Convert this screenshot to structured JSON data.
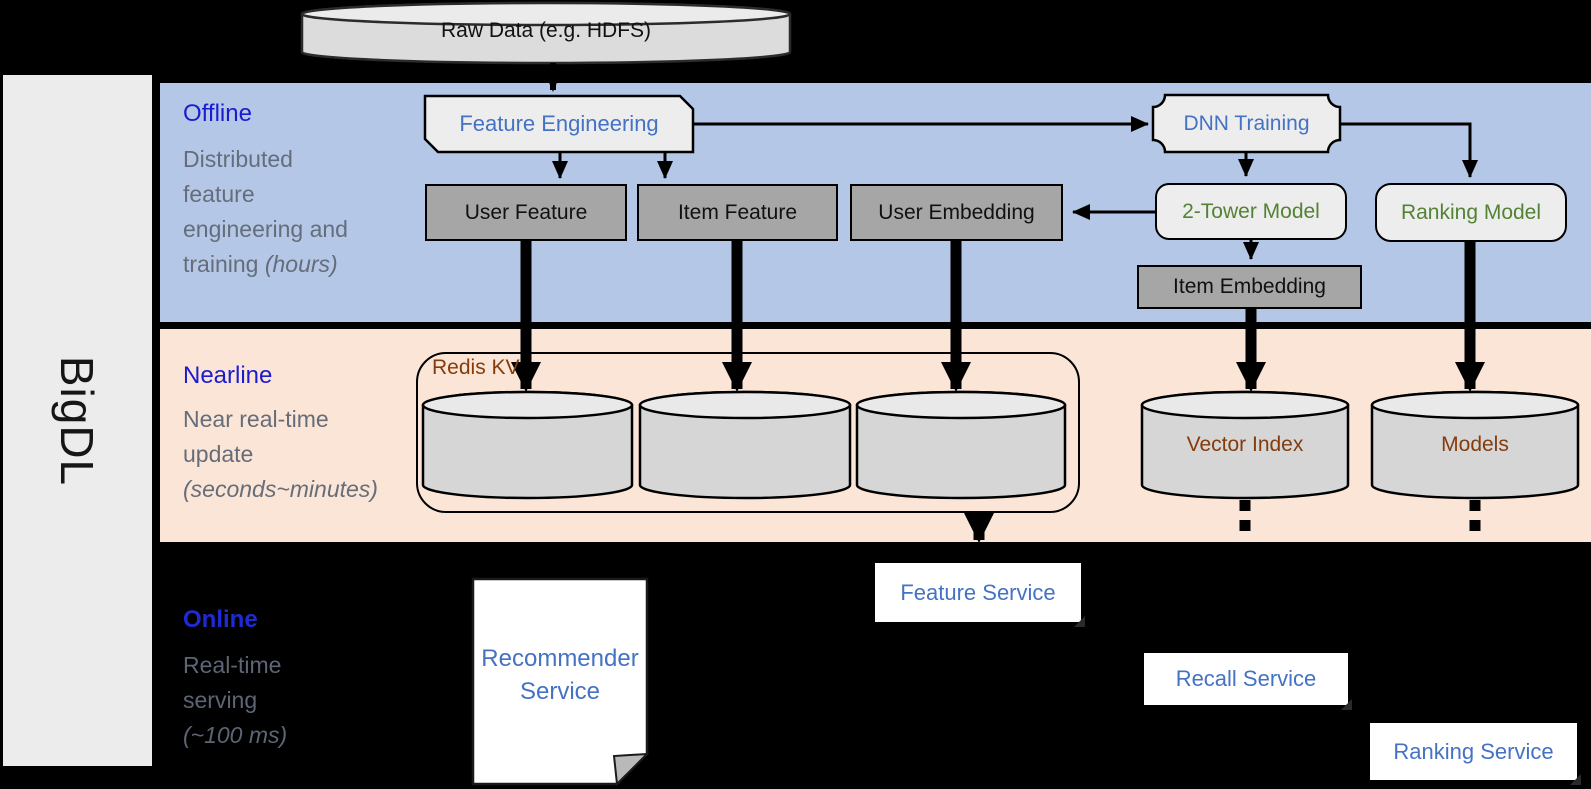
{
  "brand": {
    "label": "BigDL"
  },
  "raw_data": {
    "label": "Raw Data (e.g. HDFS)"
  },
  "sections": {
    "offline": {
      "title": "Offline",
      "desc_lines": [
        "Distributed",
        "feature",
        "engineering and"
      ],
      "desc_tail": "training ",
      "desc_tail_italic": "(hours)"
    },
    "nearline": {
      "title": "Nearline",
      "desc_lines": [
        "Near real-time",
        "update"
      ],
      "desc_tail_italic": "(seconds~minutes)"
    },
    "online": {
      "title": "Online",
      "desc_lines": [
        "Real-time",
        "serving"
      ],
      "desc_tail_italic": "(~100 ms)"
    }
  },
  "nodes": {
    "feature_engineering": "Feature Engineering",
    "user_feature": "User Feature",
    "item_feature": "Item Feature",
    "user_embedding": "User Embedding",
    "dnn_training": "DNN Training",
    "two_tower_model": "2-Tower Model",
    "ranking_model": "Ranking Model",
    "item_embedding": "Item Embedding",
    "redis_kv": "Redis KV",
    "vector_index": "Vector Index",
    "models": "Models",
    "recommender_service": "Recommender Service",
    "feature_service": "Feature Service",
    "recall_service": "Recall Service",
    "ranking_service": "Ranking Service"
  },
  "colors": {
    "offline_band": "#b4c7e7",
    "nearline_band": "#fbe5d6",
    "online_background": "#000000",
    "band_title_blue": "#1b1bd0",
    "process_text_blue": "#4472c4",
    "model_text_green": "#548235",
    "storage_text_brown": "#843c0c",
    "gray_box_fill": "#a6a6a6",
    "light_box_fill": "#ededed",
    "cylinder_fill": "#d6d6d6"
  }
}
